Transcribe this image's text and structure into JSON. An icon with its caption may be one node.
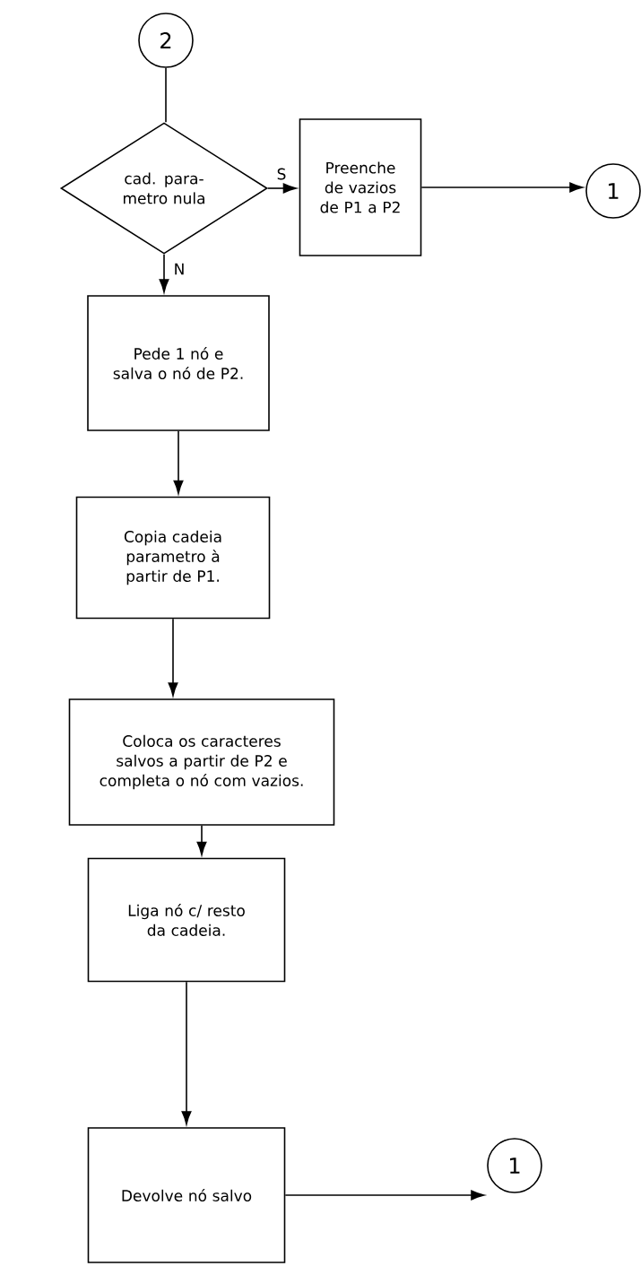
{
  "diagram": {
    "nodes": [
      {
        "text": [
          "2"
        ]
      },
      {
        "text": [
          "cad. para- metro nula"
        ]
      },
      {
        "text": [
          "Preenche de vazios de P1 a P2"
        ]
      },
      {
        "text": [
          "1"
        ]
      },
      {
        "text": [
          "Pede 1 nó e salva o nó de P2."
        ]
      },
      {
        "text": [
          "Copia cadeia parametro à partir de P1."
        ]
      },
      {
        "text": [
          "Coloca os caracteres salvos a partir de P2 e completa o nó com vazios."
        ]
      },
      {
        "text": [
          "Liga nó c/ resto da cadeia."
        ]
      },
      {
        "text": [
          "Devolve nó salvo"
        ]
      },
      {
        "text": [
          "1"
        ]
      }
    ],
    "edges": [
      {
        "from": 0,
        "to": 1,
        "arrow": "none"
      },
      {
        "from": 1,
        "to": 2,
        "arrow": "to",
        "label": "S"
      },
      {
        "from": 2,
        "to": 3,
        "arrow": "to"
      },
      {
        "from": 1,
        "to": 4,
        "arrow": "to",
        "label": "N"
      },
      {
        "from": 4,
        "to": 5,
        "arrow": "to"
      },
      {
        "from": 5,
        "to": 6,
        "arrow": "to"
      },
      {
        "from": 6,
        "to": 7,
        "arrow": "to"
      },
      {
        "from": 7,
        "to": 8,
        "arrow": "to"
      },
      {
        "from": 8,
        "to": 9,
        "arrow": "to"
      }
    ]
  }
}
